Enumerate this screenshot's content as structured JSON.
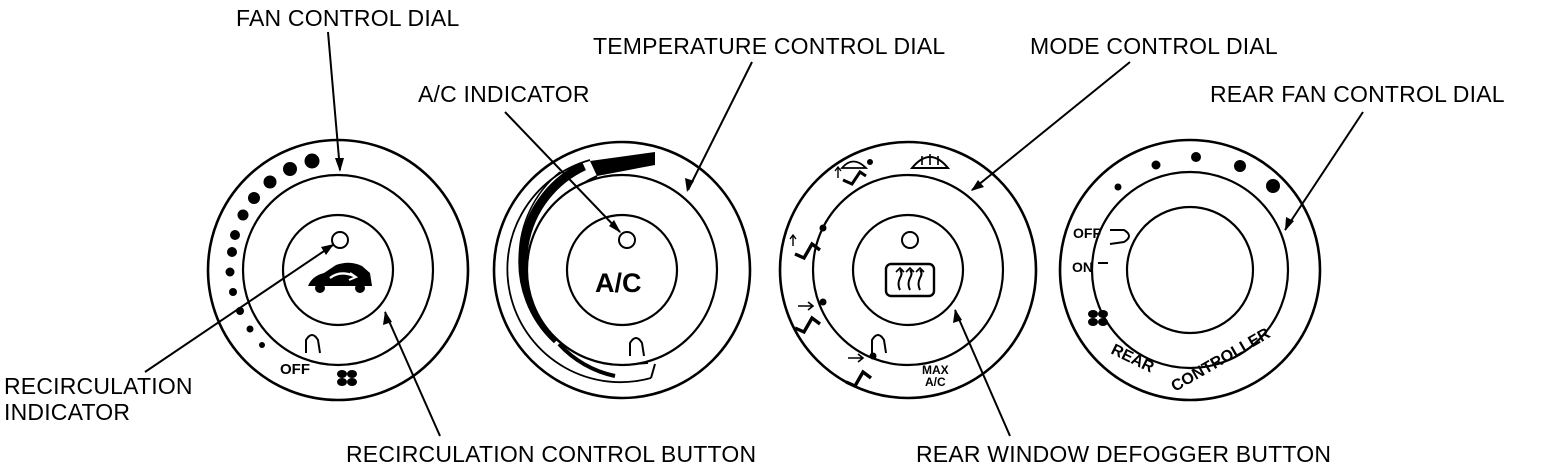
{
  "labels": {
    "fan_control_dial": "FAN CONTROL DIAL",
    "temperature_control_dial": "TEMPERATURE CONTROL DIAL",
    "mode_control_dial": "MODE CONTROL DIAL",
    "ac_indicator": "A/C INDICATOR",
    "rear_fan_control_dial": "REAR FAN CONTROL DIAL",
    "recirculation_indicator_line1": "RECIRCULATION",
    "recirculation_indicator_line2": "INDICATOR",
    "recirculation_control_button": "RECIRCULATION CONTROL BUTTON",
    "rear_window_defogger_button": "REAR WINDOW DEFOGGER BUTTON"
  },
  "dial_text": {
    "fan_off": "OFF",
    "ac_button": "A/C",
    "max_line1": "MAX",
    "max_line2": "A/C",
    "rear_off": "OFF",
    "rear_on": "ON",
    "rear": "REAR",
    "controller": "CONTROLLER"
  },
  "icons": [
    "fan-icon",
    "car-recirculation-icon",
    "rear-defogger-icon",
    "defrost-icon",
    "face-vent-icon",
    "bi-level-icon",
    "floor-vent-icon",
    "floor-defrost-icon"
  ]
}
